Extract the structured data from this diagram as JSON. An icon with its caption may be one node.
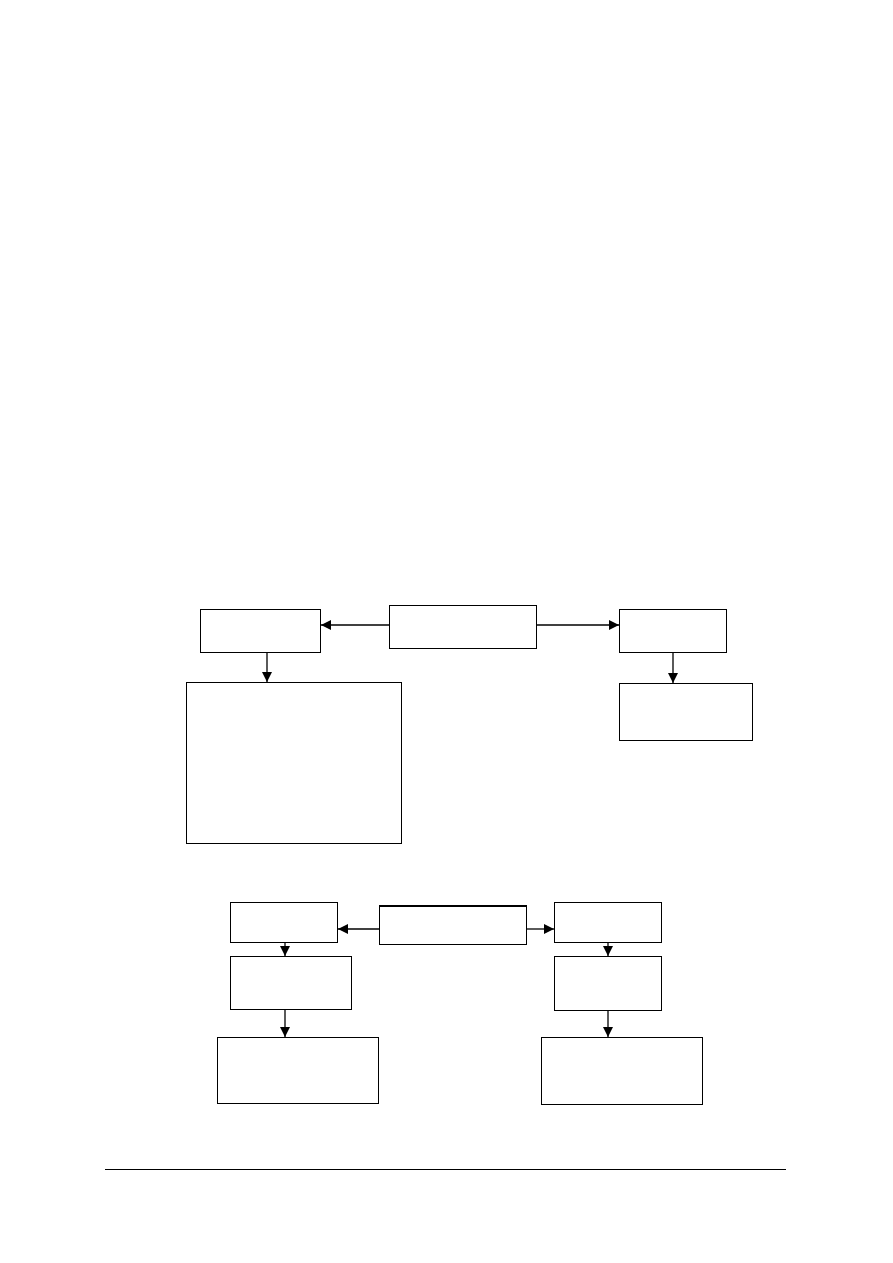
{
  "diagram": {
    "nodes": [
      {
        "text": [],
        "shape": "box"
      },
      {
        "text": [],
        "shape": "box"
      },
      {
        "text": [],
        "shape": "box"
      },
      {
        "text": [],
        "shape": "box"
      },
      {
        "text": [],
        "shape": "box"
      },
      {
        "text": [],
        "shape": "box"
      },
      {
        "text": [],
        "shape": "box"
      },
      {
        "text": [],
        "shape": "box"
      },
      {
        "text": [],
        "shape": "box"
      },
      {
        "text": [],
        "shape": "box"
      },
      {
        "text": [],
        "shape": "box"
      },
      {
        "text": [],
        "shape": "box"
      }
    ],
    "edges": [
      {
        "from": 1,
        "to": 0,
        "arrow": "to"
      },
      {
        "from": 1,
        "to": 2,
        "arrow": "to"
      },
      {
        "from": 0,
        "to": 3,
        "arrow": "to"
      },
      {
        "from": 2,
        "to": 4,
        "arrow": "to"
      },
      {
        "from": 6,
        "to": 5,
        "arrow": "to"
      },
      {
        "from": 6,
        "to": 7,
        "arrow": "to"
      },
      {
        "from": 5,
        "to": 8,
        "arrow": "to"
      },
      {
        "from": 7,
        "to": 9,
        "arrow": "to"
      },
      {
        "from": 8,
        "to": 10,
        "arrow": "to"
      },
      {
        "from": 9,
        "to": 11,
        "arrow": "to"
      }
    ]
  }
}
